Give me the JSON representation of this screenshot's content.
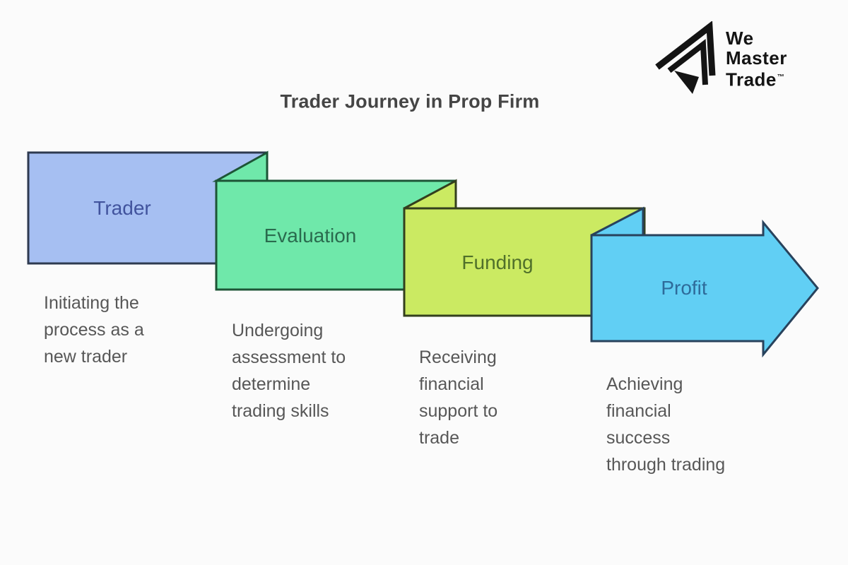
{
  "title": "Trader Journey in Prop Firm",
  "title_color": "#454545",
  "text_color": "#575757",
  "background": "#fbfbfb",
  "logo": {
    "lines": [
      "We",
      "Master",
      "Trade"
    ],
    "tm": "™",
    "color": "#141414"
  },
  "stages": [
    {
      "label": "Trader",
      "description": "Initiating the process as a new trader",
      "desc_lines": [
        "Initiating the",
        "process as a",
        "new trader"
      ],
      "fill": "#a6bff2",
      "border": "#2e3a50",
      "label_color": "#41539d"
    },
    {
      "label": "Evaluation",
      "description": "Undergoing assessment to determine trading skills",
      "desc_lines": [
        "Undergoing",
        "assessment to",
        "determine",
        "trading skills"
      ],
      "fill": "#6fe8aa",
      "border": "#1d5436",
      "label_color": "#2a6b4e"
    },
    {
      "label": "Funding",
      "description": "Receiving financial support to trade",
      "desc_lines": [
        "Receiving",
        "financial",
        "support to",
        "trade"
      ],
      "fill": "#cbea62",
      "border": "#333f1d",
      "label_color": "#50702a"
    },
    {
      "label": "Profit",
      "description": "Achieving financial success through trading",
      "desc_lines": [
        "Achieving",
        "financial",
        "success",
        "through trading"
      ],
      "fill": "#61cff4",
      "border": "#28425c",
      "label_color": "#2e6b9a"
    }
  ]
}
